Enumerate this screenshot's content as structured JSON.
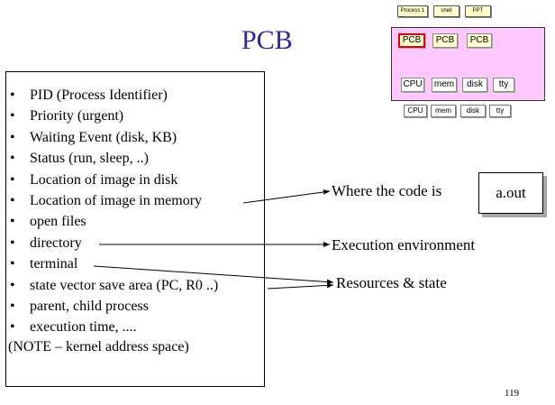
{
  "title": "PCB",
  "pcb_fields": [
    "PID (Process Identifier)",
    "Priority (urgent)",
    "Waiting Event (disk, KB)",
    "Status (run, sleep, ..)",
    "Location of image in disk",
    "Location of image in memory",
    "open files",
    "directory",
    "terminal",
    "state vector save area (PC, R0 ..)",
    "parent, child process",
    "execution time, ...."
  ],
  "note": "(NOTE – kernel address space)",
  "targets": {
    "code": "Where the code is",
    "env": "Execution environment",
    "resources": "Resources & state"
  },
  "aout": "a.out",
  "mini_diagram": {
    "processes": [
      "Process 1",
      "shell",
      "PPT"
    ],
    "pcbs": [
      "PCB",
      "PCB",
      "PCB"
    ],
    "devices": [
      "CPU",
      "mem",
      "disk",
      "tty"
    ],
    "hardware": [
      "CPU",
      "mem",
      "disk",
      "tty"
    ],
    "colors": {
      "kernel": "#ffc8ff",
      "process_tab": "#ffffcc",
      "highlight": "#e00000"
    }
  },
  "page_number": "119"
}
